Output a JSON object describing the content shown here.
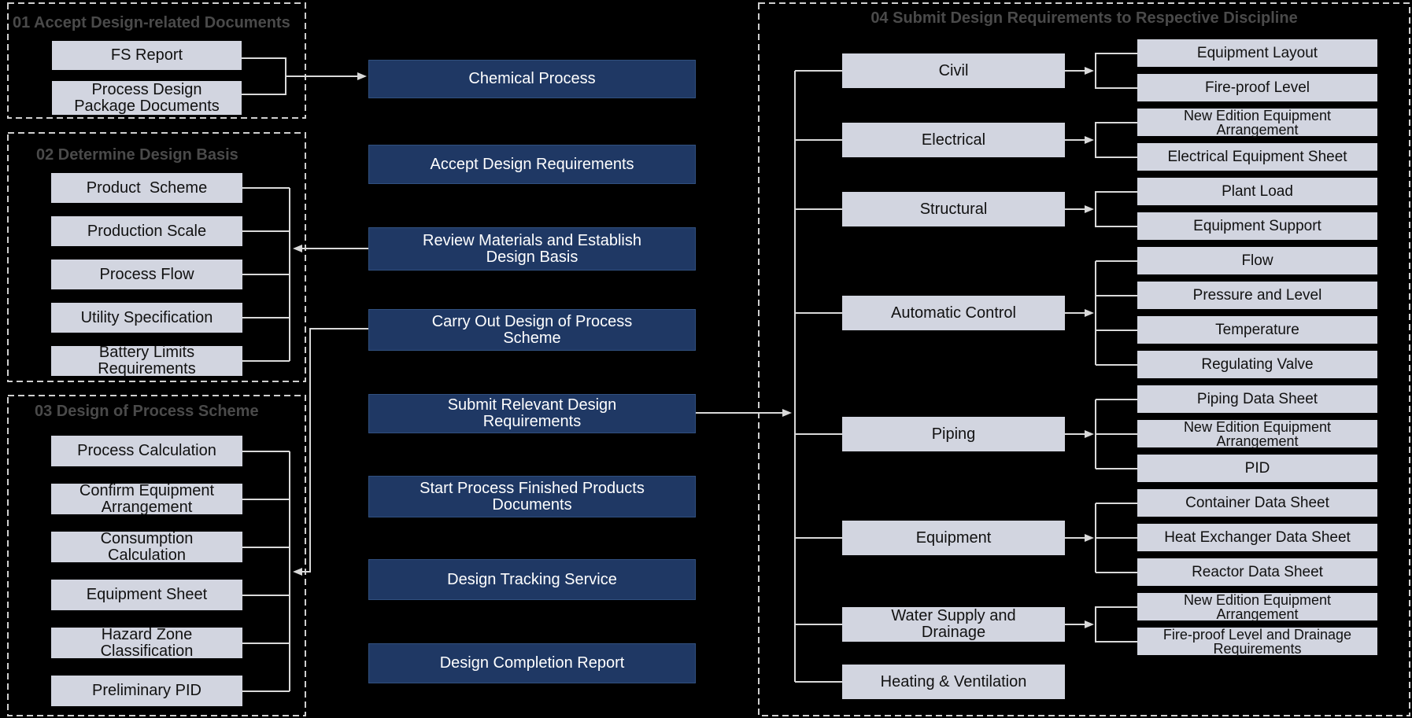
{
  "colors": {
    "background": "#000000",
    "node_fill": "#d2d5e0",
    "node_text": "#111111",
    "process_fill": "#1f3864",
    "process_text": "#ffffff",
    "connector_line": "#d9d9d9",
    "frame_dash": "#cfcfcf",
    "group_title_text": "#4a4a4a"
  },
  "group01": {
    "title": "01 Accept Design-related Documents",
    "items": [
      "FS Report",
      "Process Design Package Documents"
    ]
  },
  "group02": {
    "title": "02 Determine Design Basis",
    "items": [
      "Product  Scheme",
      "Production Scale",
      "Process Flow",
      "Utility Specification",
      "Battery Limits Requirements"
    ]
  },
  "group03": {
    "title": "03 Design of Process Scheme",
    "items": [
      "Process Calculation",
      "Confirm Equipment Arrangement",
      "Consumption Calculation",
      "Equipment Sheet",
      "Hazard Zone Classification",
      "Preliminary PID"
    ]
  },
  "process_steps": [
    "Chemical Process",
    "Accept Design Requirements",
    "Review Materials and Establish Design Basis",
    "Carry Out Design of Process Scheme",
    "Submit Relevant Design Requirements",
    "Start Process Finished Products Documents",
    "Design Tracking Service",
    "Design Completion Report"
  ],
  "group04": {
    "title": "04 Submit Design Requirements to Respective Discipline",
    "disciplines": [
      "Civil",
      "Electrical",
      "Structural",
      "Automatic Control",
      "Piping",
      "Equipment",
      "Water Supply and Drainage",
      "Heating & Ventilation"
    ],
    "deliverables": [
      "Equipment Layout",
      "Fire-proof Level",
      "New Edition Equipment Arrangement",
      "Electrical Equipment Sheet",
      "Plant Load",
      "Equipment Support",
      "Flow",
      "Pressure and Level",
      "Temperature",
      "Regulating Valve",
      "Piping Data Sheet",
      "New Edition Equipment Arrangement",
      "PID",
      "Container Data Sheet",
      "Heat Exchanger Data Sheet",
      "Reactor Data Sheet",
      "New Edition Equipment Arrangement",
      "Fire-proof Level and Drainage Requirements"
    ]
  }
}
